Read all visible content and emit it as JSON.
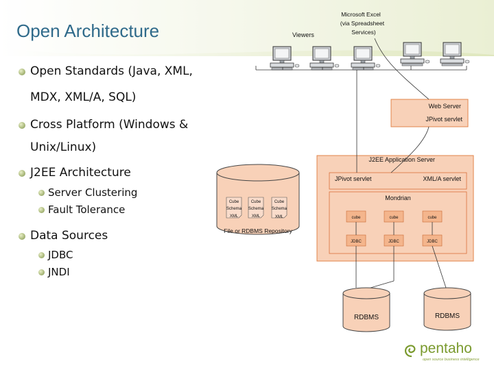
{
  "title": "Open Architecture",
  "bullets": {
    "open_standards_1": "Open Standards (Java, XML,",
    "open_standards_2": "MDX, XML/A, SQL)",
    "cross_platform_1": "Cross Platform (Windows &",
    "cross_platform_2": "Unix/Linux)",
    "j2ee": "J2EE Architecture",
    "server_clustering": "Server Clustering",
    "fault_tolerance": "Fault Tolerance",
    "data_sources": "Data Sources",
    "jdbc": "JDBC",
    "jndi": "JNDI"
  },
  "diagram": {
    "viewers": "Viewers",
    "excel_1": "Microsoft Excel",
    "excel_2": "(via Spreadsheet",
    "excel_3": "Services)",
    "web_server": "Web Server",
    "jpivot_servlet_web": "JPivot servlet",
    "app_server": "J2EE Application Server",
    "jpivot_servlet_app": "JPivot servlet",
    "xmla_servlet": "XML/A servlet",
    "mondrian": "Mondrian",
    "cube1": "cube",
    "cube2": "cube",
    "cube3": "cube",
    "jdbc1": "JDBC",
    "jdbc2": "JDBC",
    "jdbc3": "JDBC",
    "repository": "File or RDBMS Repository",
    "doc_line1": "Cube",
    "doc_line2": "Schema",
    "doc_line3": "XML",
    "rdbms1": "RDBMS",
    "rdbms2": "RDBMS"
  },
  "logo": {
    "name": "pentaho",
    "tagline": "open source business intelligence"
  },
  "colors": {
    "title": "#2f6a8a",
    "server_fill": "#f8d1b8",
    "server_border": "#e2844a",
    "logo_green": "#7a9a2e"
  }
}
